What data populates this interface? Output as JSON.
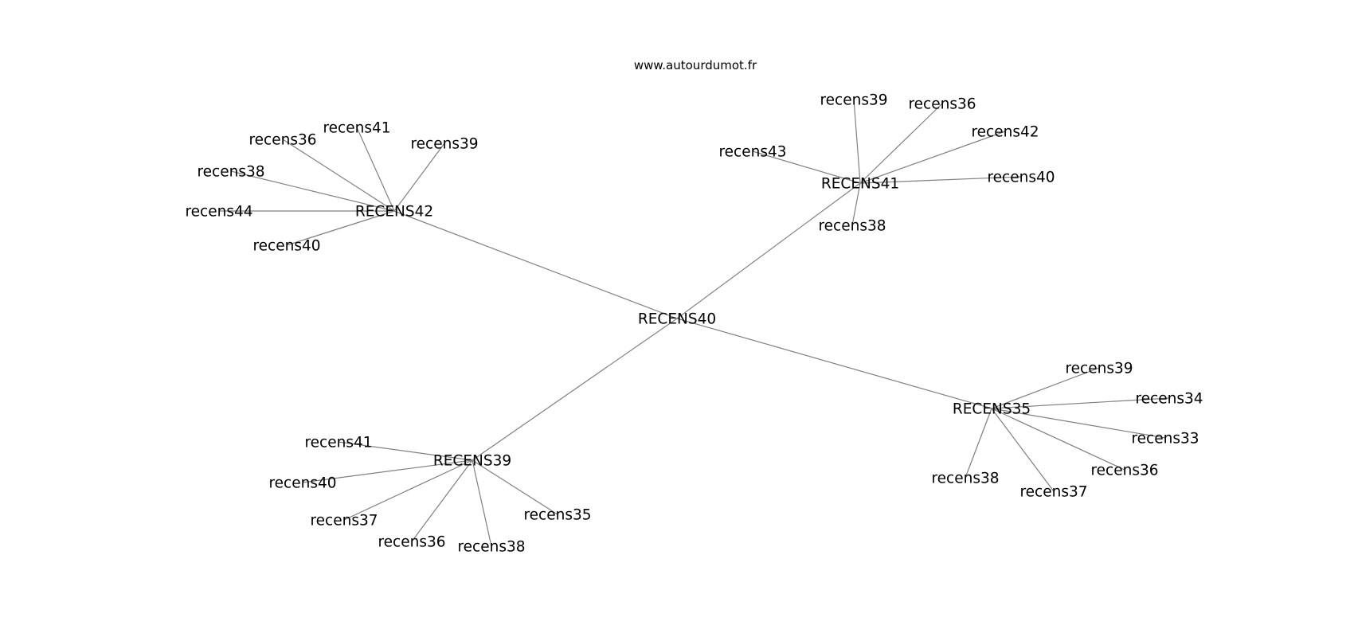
{
  "site": "www.autourdumot.fr",
  "colors": {
    "edge": "#808080",
    "text": "#000000",
    "background": "#ffffff"
  },
  "nodes": [
    {
      "id": "c40",
      "label": "RECENS40"
    },
    {
      "id": "c42",
      "label": "RECENS42"
    },
    {
      "id": "c41",
      "label": "RECENS41"
    },
    {
      "id": "c35",
      "label": "RECENS35"
    },
    {
      "id": "c39",
      "label": "RECENS39"
    },
    {
      "id": "a36",
      "label": "recens36"
    },
    {
      "id": "a41",
      "label": "recens41"
    },
    {
      "id": "a39",
      "label": "recens39"
    },
    {
      "id": "a38",
      "label": "recens38"
    },
    {
      "id": "a44",
      "label": "recens44"
    },
    {
      "id": "a40",
      "label": "recens40"
    },
    {
      "id": "b39",
      "label": "recens39"
    },
    {
      "id": "b36",
      "label": "recens36"
    },
    {
      "id": "b42",
      "label": "recens42"
    },
    {
      "id": "b43",
      "label": "recens43"
    },
    {
      "id": "b40",
      "label": "recens40"
    },
    {
      "id": "b38",
      "label": "recens38"
    },
    {
      "id": "d39",
      "label": "recens39"
    },
    {
      "id": "d34",
      "label": "recens34"
    },
    {
      "id": "d33",
      "label": "recens33"
    },
    {
      "id": "d36",
      "label": "recens36"
    },
    {
      "id": "d37",
      "label": "recens37"
    },
    {
      "id": "d38",
      "label": "recens38"
    },
    {
      "id": "e41",
      "label": "recens41"
    },
    {
      "id": "e40",
      "label": "recens40"
    },
    {
      "id": "e37",
      "label": "recens37"
    },
    {
      "id": "e36",
      "label": "recens36"
    },
    {
      "id": "e38",
      "label": "recens38"
    },
    {
      "id": "e35",
      "label": "recens35"
    }
  ],
  "edges": [
    [
      "c40",
      "c42"
    ],
    [
      "c40",
      "c41"
    ],
    [
      "c40",
      "c35"
    ],
    [
      "c40",
      "c39"
    ],
    [
      "c42",
      "a36"
    ],
    [
      "c42",
      "a41"
    ],
    [
      "c42",
      "a39"
    ],
    [
      "c42",
      "a38"
    ],
    [
      "c42",
      "a44"
    ],
    [
      "c42",
      "a40"
    ],
    [
      "c41",
      "b39"
    ],
    [
      "c41",
      "b36"
    ],
    [
      "c41",
      "b42"
    ],
    [
      "c41",
      "b43"
    ],
    [
      "c41",
      "b40"
    ],
    [
      "c41",
      "b38"
    ],
    [
      "c35",
      "d39"
    ],
    [
      "c35",
      "d34"
    ],
    [
      "c35",
      "d33"
    ],
    [
      "c35",
      "d36"
    ],
    [
      "c35",
      "d37"
    ],
    [
      "c35",
      "d38"
    ],
    [
      "c39",
      "e41"
    ],
    [
      "c39",
      "e40"
    ],
    [
      "c39",
      "e37"
    ],
    [
      "c39",
      "e36"
    ],
    [
      "c39",
      "e38"
    ],
    [
      "c39",
      "e35"
    ]
  ]
}
